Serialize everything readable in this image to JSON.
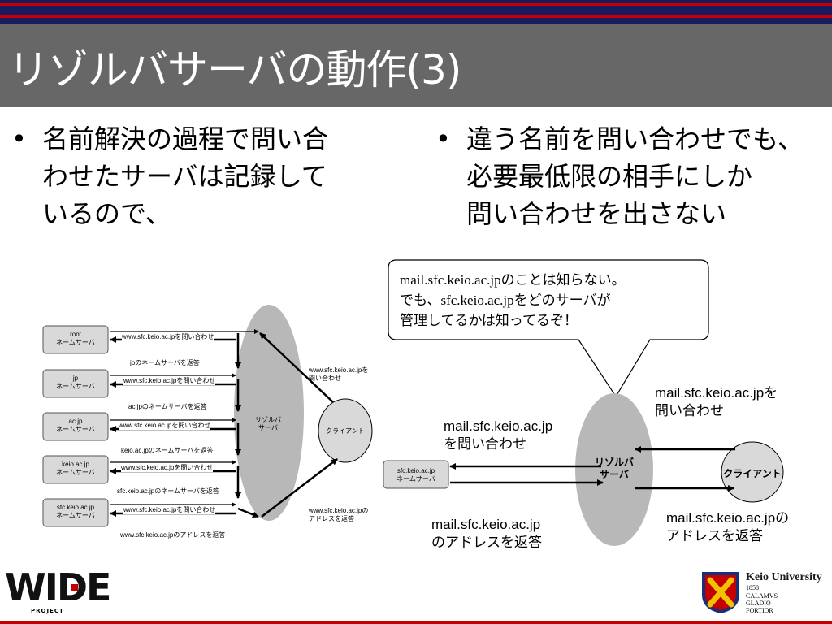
{
  "slide": {
    "title": "リゾルバサーバの動作(3)"
  },
  "bullets": {
    "left": {
      "lines": [
        "名前解決の過程で問い合",
        "わせたサーバは記録して",
        "いるので、"
      ]
    },
    "right": {
      "lines": [
        "違う名前を問い合わせでも、",
        "必要最低限の相手にしか",
        "問い合わせを出さない"
      ]
    },
    "marker": "•"
  },
  "left_diagram": {
    "servers": [
      {
        "line1": "root",
        "line2": "ネームサーバ"
      },
      {
        "line1": "jp",
        "line2": "ネームサーバ"
      },
      {
        "line1": "ac.jp",
        "line2": "ネームサーバ"
      },
      {
        "line1": "keio.ac.jp",
        "line2": "ネームサーバ"
      },
      {
        "line1": "sfc.keio.ac.jp",
        "line2": "ネームサーバ"
      }
    ],
    "queries": [
      "www.sfc.keio.ac.jpを問い合わせ",
      "www.sfc.keio.ac.jpを問い合わせ",
      "www.sfc.keio.ac.jpを問い合わせ",
      "www.sfc.keio.ac.jpを問い合わせ",
      "www.sfc.keio.ac.jpを問い合わせ"
    ],
    "replies": [
      "jpのネームサーバを返答",
      "ac.jpのネームサーバを返答",
      "keio.ac.jpのネームサーバを返答",
      "sfc.keio.ac.jpのネームサーバを返答",
      "www.sfc.keio.ac.jpのアドレスを返答"
    ],
    "resolver": {
      "line1": "リゾルバ",
      "line2": "サーバ"
    },
    "client": "クライアント",
    "client_query": {
      "line1": "www.sfc.keio.ac.jpを",
      "line2": "問い合わせ"
    },
    "client_reply": {
      "line1": "www.sfc.keio.ac.jpの",
      "line2": "アドレスを返答"
    }
  },
  "right_diagram": {
    "callout": {
      "line1": "mail.sfc.keio.ac.jpのことは知らない。",
      "line2": "でも、sfc.keio.ac.jpをどのサーバが",
      "line3": "管理してるかは知ってるぞ！"
    },
    "server": {
      "line1": "sfc.keio.ac.jp",
      "line2": "ネームサーバ"
    },
    "resolver": {
      "line1": "リゾルバ",
      "line2": "サーバ"
    },
    "client": "クライアント",
    "query_to_server": {
      "line1": "mail.sfc.keio.ac.jp",
      "line2": "を問い合わせ"
    },
    "reply_from_server": {
      "line1": "mail.sfc.keio.ac.jp",
      "line2": "のアドレスを返答"
    },
    "client_query": {
      "line1": "mail.sfc.keio.ac.jpを",
      "line2": "問い合わせ"
    },
    "client_reply": {
      "line1": "mail.sfc.keio.ac.jpの",
      "line2": "アドレスを返答"
    }
  },
  "footer": {
    "wide_logo": "WIDE",
    "wide_sub": "PROJECT",
    "keio_name": "Keio University",
    "keio_year": "1858",
    "keio_motto": [
      "CALAMVS",
      "GLADIO",
      "FORTIOR"
    ]
  },
  "colors": {
    "navy": "#1a1a5e",
    "red": "#c40000",
    "title_bg": "#676767",
    "oval": "#b8b8b8",
    "box": "#d9d9d9"
  }
}
